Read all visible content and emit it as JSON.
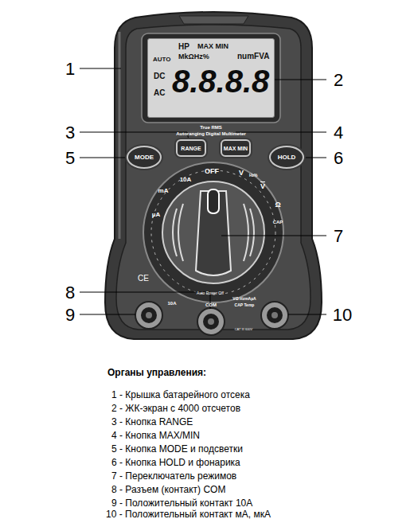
{
  "diagram": {
    "title": "Органы управления:",
    "nodes": [
      {
        "text": [
          "AUTO",
          "HP",
          "MAX MIN",
          "MkΩHz%",
          "numFVA",
          "DC",
          "AC",
          "8.8.8.8"
        ]
      },
      {
        "text": [
          "MODE"
        ]
      },
      {
        "text": [
          "RANGE"
        ]
      },
      {
        "text": [
          "MAX MIN"
        ]
      },
      {
        "text": [
          "HOLD"
        ]
      }
    ],
    "labels": [
      "1",
      "2",
      "3",
      "4",
      "5",
      "6",
      "7",
      "8",
      "9",
      "10",
      "True RMS",
      "Autoranging Digital Multimeter",
      "OFF",
      "10A",
      "mA",
      "µA",
      "V",
      "Hz%",
      "V",
      "Ω",
      "CAP",
      "Auto Power Off",
      "CE",
      "10A",
      "COM",
      "VΩ HzmAµA",
      "CAP Temp",
      "CAT III 600V",
      "1 - Крышка батарейного отсека",
      "2 - ЖК-экран с 4000 отсчетов",
      "3 - Кнопка RANGE",
      "4 - Кнопка MAX/MIN",
      "5 - Кнопка MODE и подсветки",
      "6 - Кнопка HOLD и фонарика",
      "7 - Переключатель режимов",
      "8 - Разъем (контакт) COM",
      "9 - Положительный контакт 10A",
      "10 - Положительный контакт мА, мкА"
    ]
  }
}
